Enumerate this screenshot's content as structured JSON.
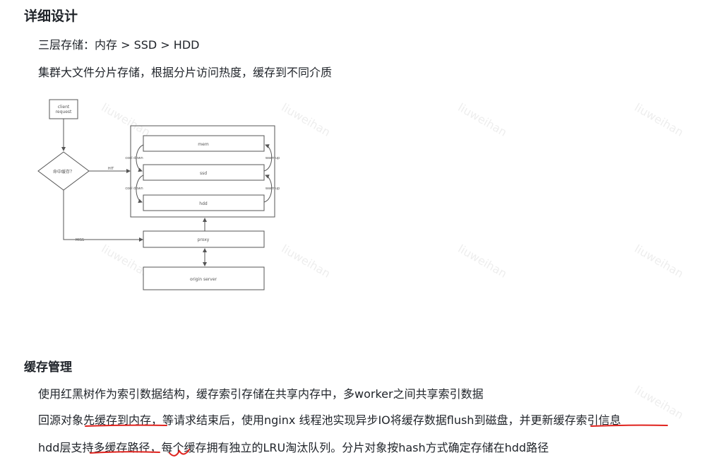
{
  "section1": {
    "title": "详细设计",
    "line1": "三层存储：内存 > SSD > HDD",
    "line2": "集群大文件分片存储，根据分片访问热度，缓存到不同介质"
  },
  "diagram": {
    "client": [
      "client",
      "request"
    ],
    "decision": "命中缓存？",
    "hit": "HIT",
    "miss": "MISS",
    "mem": "mem",
    "ssd": "ssd",
    "hdd": "hdd",
    "proxy": "proxy",
    "origin": "origin server",
    "cool_down": "cool down",
    "warmup": "warmup"
  },
  "watermark": "liuweihan",
  "section2": {
    "title": "缓存管理",
    "line1": "使用红黑树作为索引数据结构，缓存索引存储在共享内存中，多worker之间共享索引数据",
    "line2": "回源对象先缓存到内存，等请求结束后，使用nginx 线程池实现异步IO将缓存数据flush到磁盘，并更新缓存索引信息",
    "line3": "hdd层支持多缓存路径，每个缓存拥有独立的LRU淘汰队列。分片对象按hash方式确定存储在hdd路径"
  },
  "colors": {
    "annotation": "#e0231e",
    "text": "#1f2329"
  }
}
